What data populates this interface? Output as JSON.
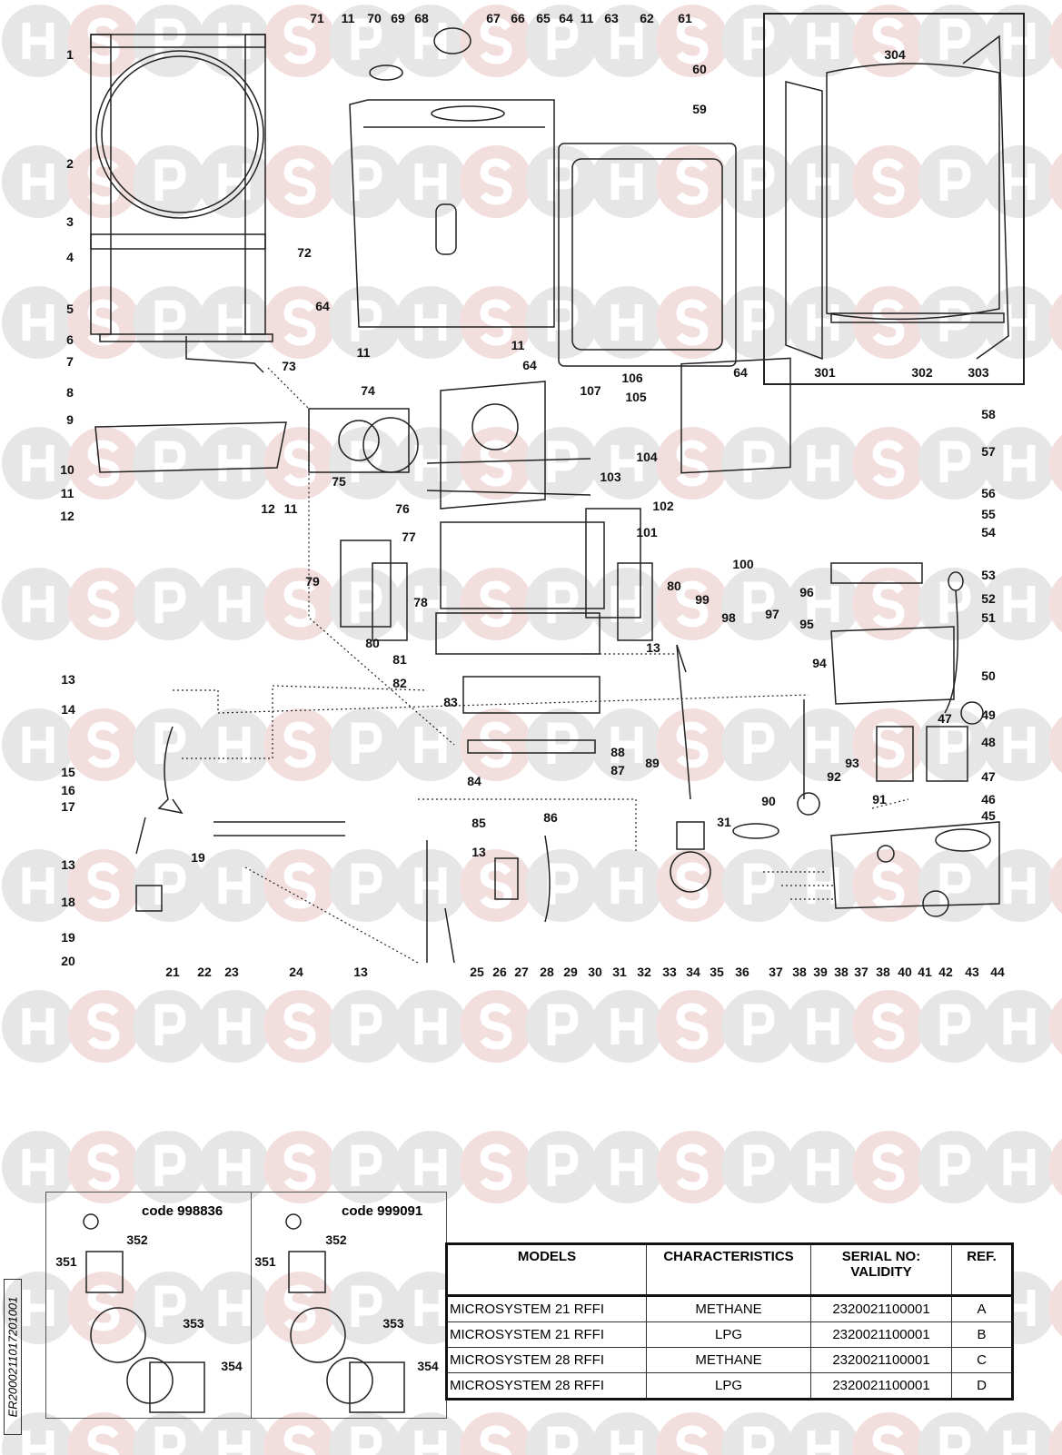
{
  "watermark": "HSP",
  "colors": {
    "watermark_gray": "#e6e6e6",
    "watermark_red": "#f3dede",
    "ink": "#111111"
  },
  "part_labels": [
    "71",
    "11",
    "70",
    "69",
    "68",
    "67",
    "66",
    "65",
    "64",
    "11",
    "63",
    "62",
    "61",
    "60",
    "59",
    "1",
    "2",
    "3",
    "4",
    "5",
    "6",
    "7",
    "8",
    "9",
    "10",
    "11",
    "12",
    "12",
    "11",
    "72",
    "64",
    "11",
    "11",
    "64",
    "64",
    "107",
    "106",
    "105",
    "73",
    "74",
    "75",
    "76",
    "103",
    "104",
    "102",
    "58",
    "57",
    "56",
    "55",
    "54",
    "304",
    "301",
    "302",
    "303",
    "77",
    "101",
    "79",
    "80",
    "78",
    "80",
    "81",
    "82",
    "13",
    "100",
    "99",
    "98",
    "97",
    "96",
    "95",
    "53",
    "52",
    "51",
    "94",
    "50",
    "49",
    "48",
    "47",
    "47",
    "46",
    "45",
    "93",
    "92",
    "91",
    "90",
    "13",
    "14",
    "83",
    "15",
    "16",
    "17",
    "88",
    "87",
    "89",
    "84",
    "85",
    "86",
    "31",
    "13",
    "13",
    "19",
    "18",
    "19",
    "20",
    "21",
    "22",
    "23",
    "24",
    "13",
    "25",
    "26",
    "27",
    "28",
    "29",
    "30",
    "31",
    "32",
    "33",
    "34",
    "35",
    "36",
    "37",
    "38",
    "39",
    "38",
    "37",
    "38",
    "40",
    "41",
    "42",
    "43",
    "44"
  ],
  "inset": {
    "left": {
      "code": "code 998836",
      "labels": [
        "351",
        "352",
        "353",
        "354"
      ]
    },
    "right": {
      "code": "code 999091",
      "labels": [
        "351",
        "352",
        "353",
        "354"
      ]
    }
  },
  "table": {
    "headers": [
      "MODELS",
      "CHARACTERISTICS",
      "SERIAL NO: VALIDITY",
      "REF."
    ],
    "rows": [
      [
        "MICROSYSTEM 21 RFFI",
        "METHANE",
        "2320021100001",
        "A"
      ],
      [
        "MICROSYSTEM 21 RFFI",
        "LPG",
        "2320021100001",
        "B"
      ],
      [
        "MICROSYSTEM 28 RFFI",
        "METHANE",
        "2320021100001",
        "C"
      ],
      [
        "MICROSYSTEM 28 RFFI",
        "LPG",
        "2320021100001",
        "D"
      ]
    ]
  },
  "document_id": "ER2000211017201001"
}
